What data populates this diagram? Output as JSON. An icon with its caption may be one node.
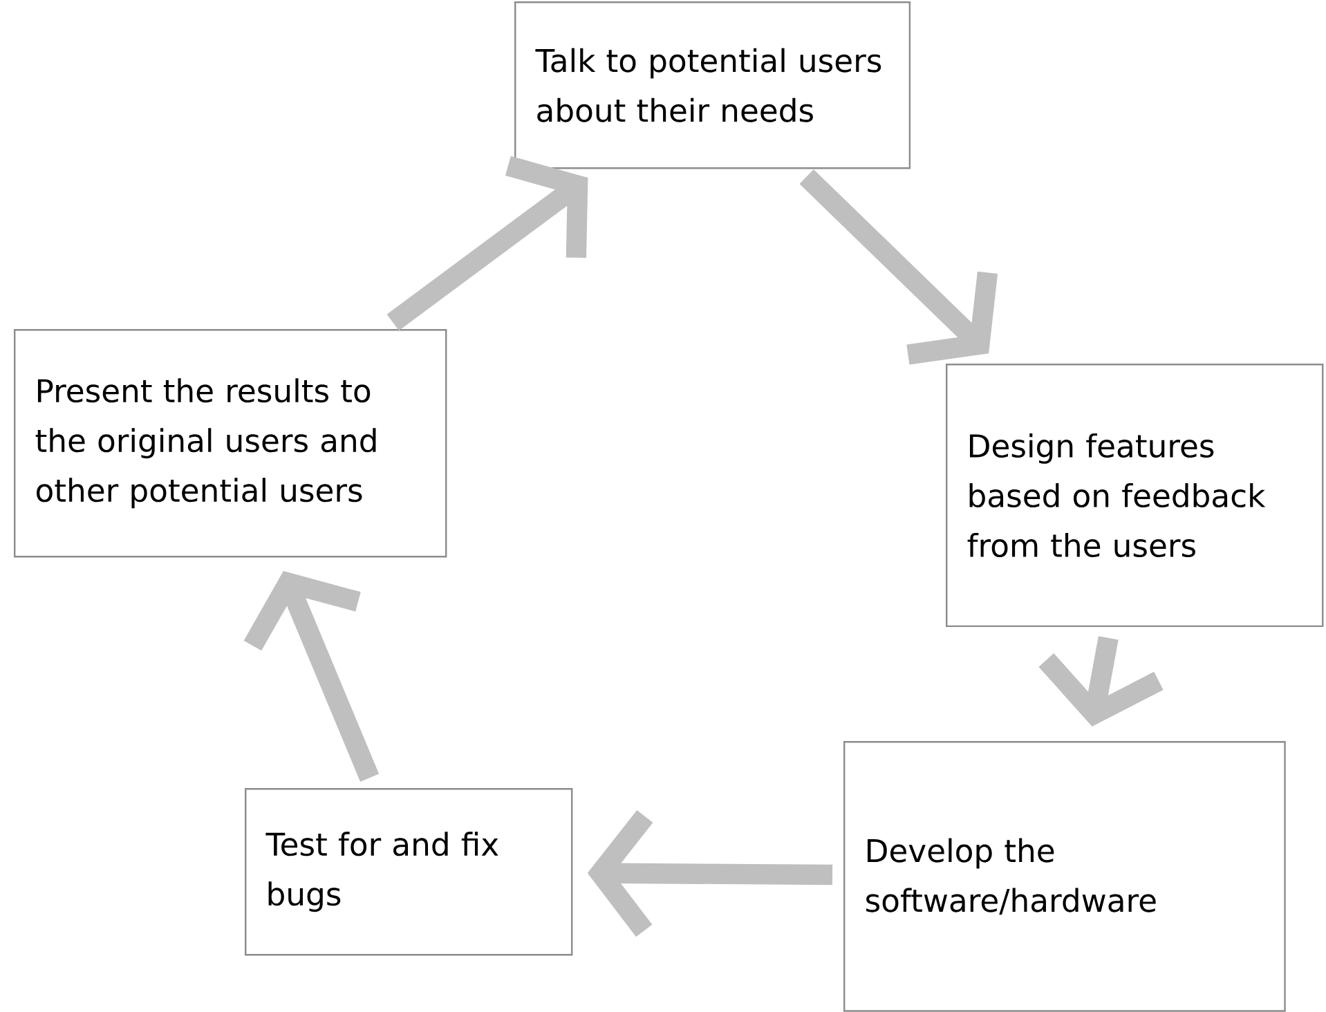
{
  "diagram": {
    "nodes": [
      {
        "text": [
          "Talk to potential users about their needs"
        ]
      },
      {
        "text": [
          "Design features based on feedback from the users"
        ]
      },
      {
        "text": [
          "Develop the software/hardware"
        ]
      },
      {
        "text": [
          "Test for and fix bugs"
        ]
      },
      {
        "text": [
          "Present the results to the original users and other potential users"
        ]
      }
    ],
    "edges": [
      {
        "from": 0,
        "to": 1,
        "arrow": "to"
      },
      {
        "from": 1,
        "to": 2,
        "arrow": "to"
      },
      {
        "from": 2,
        "to": 3,
        "arrow": "to"
      },
      {
        "from": 3,
        "to": 4,
        "arrow": "to"
      },
      {
        "from": 4,
        "to": 0,
        "arrow": "to"
      }
    ]
  }
}
